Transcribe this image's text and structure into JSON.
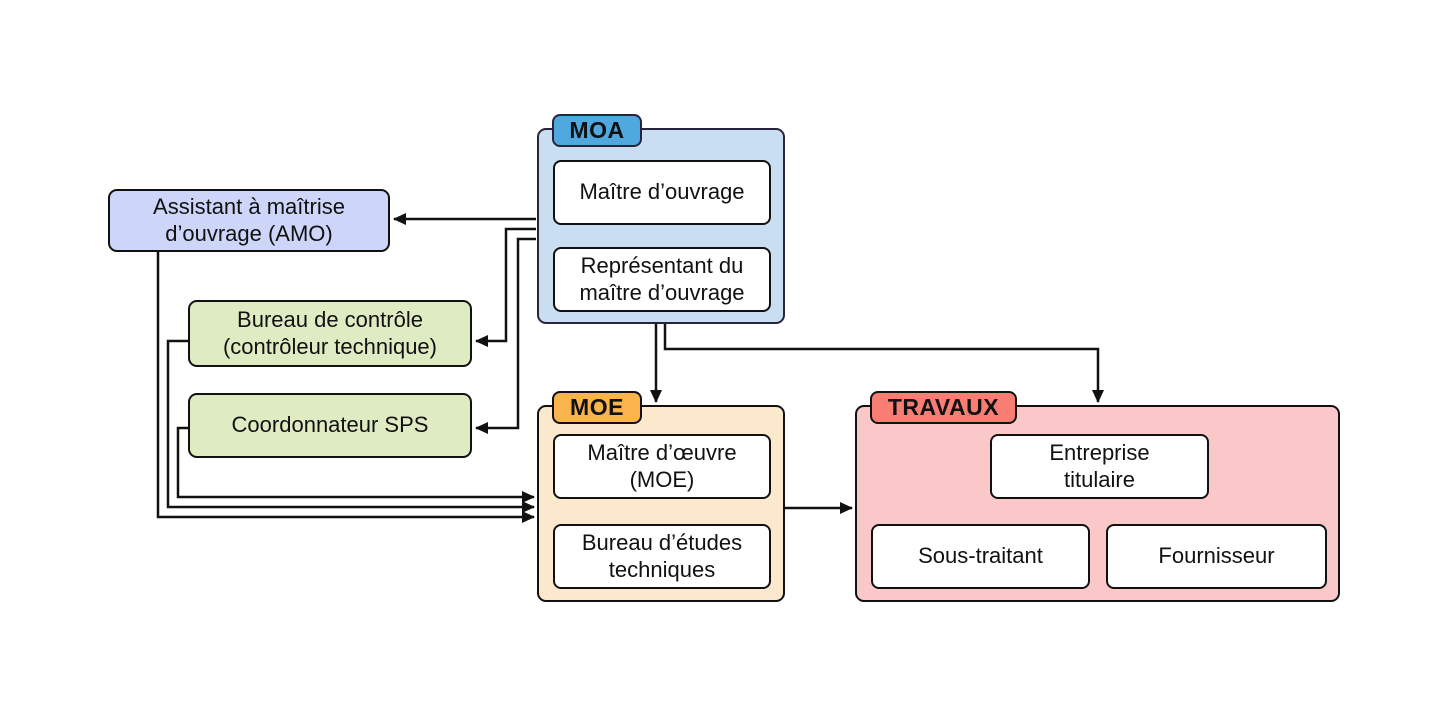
{
  "diagram": {
    "groups": {
      "moa": {
        "tab": "MOA",
        "node1": "Maître d’ouvrage",
        "node2": "Représentant du\nmaître d’ouvrage"
      },
      "moe": {
        "tab": "MOE",
        "node1": "Maître d’œuvre\n(MOE)",
        "node2": "Bureau d’études\ntechniques"
      },
      "travaux": {
        "tab": "TRAVAUX",
        "node1": "Entreprise\ntitulaire",
        "node2": "Sous-traitant",
        "node3": "Fournisseur"
      }
    },
    "standalone": {
      "amo": "Assistant à maîtrise\nd’ouvrage (AMO)",
      "bureau_controle": "Bureau de contrôle\n(contrôleur technique)",
      "coordonnateur_sps": "Coordonnateur SPS"
    },
    "edges": [
      {
        "from": "maitre-douvrage",
        "to": "representant-du-maitre-douvrage"
      },
      {
        "from": "moa",
        "to": "assistant-amo"
      },
      {
        "from": "moa",
        "to": "bureau-de-controle"
      },
      {
        "from": "moa",
        "to": "coordonnateur-sps"
      },
      {
        "from": "assistant-amo",
        "to": "moe"
      },
      {
        "from": "bureau-de-controle",
        "to": "moe"
      },
      {
        "from": "coordonnateur-sps",
        "to": "moe"
      },
      {
        "from": "moa",
        "to": "moe"
      },
      {
        "from": "moa",
        "to": "travaux"
      },
      {
        "from": "moe",
        "to": "travaux"
      }
    ],
    "colors": {
      "moa_tab": "#4FA8DE",
      "moa_fill": "#C9DEF1",
      "moa_border": "#29243E",
      "moe_tab": "#F9B44E",
      "moe_fill": "#FBE8CD",
      "travaux_tab": "#F87E74",
      "travaux_fill": "#FAC8C9",
      "amo_fill": "#CDD6F8",
      "green_fill": "#DFECC3",
      "node_fill": "#FFFFFF",
      "line": "#111111"
    }
  }
}
